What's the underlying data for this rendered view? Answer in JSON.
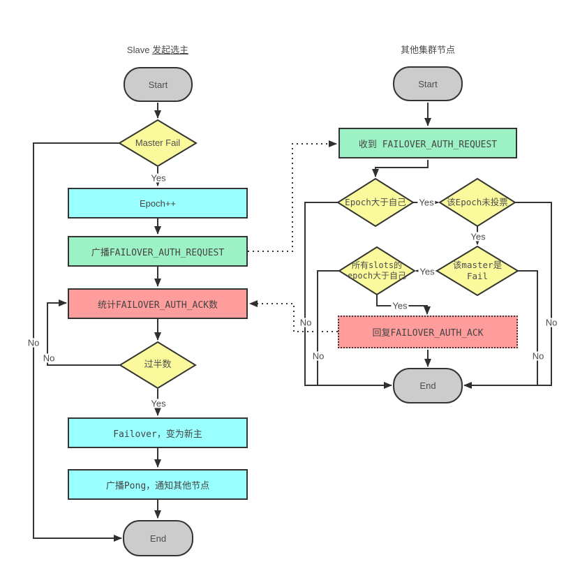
{
  "diagram": {
    "left": {
      "title_prefix": "Slave ",
      "title_main": "发起选主",
      "start": "Start",
      "master_fail": "Master Fail",
      "epoch": "Epoch++",
      "broadcast": "广播FAILOVER_AUTH_REQUEST",
      "count_ack": "统计FAILOVER_AUTH_ACK数",
      "majority": "过半数",
      "failover": "Failover，变为新主",
      "pong": "广播Pong，通知其他节点",
      "end": "End"
    },
    "right": {
      "title": "其他集群节点",
      "start": "Start",
      "receive": "收到 FAILOVER_AUTH_REQUEST",
      "epoch_gt": "Epoch大于自己",
      "not_voted": "该Epoch未投票",
      "slots_line1": "所有slots的",
      "slots_line2": "epoch大于自己",
      "master_check_line1": "该master是",
      "master_check_line2": "Fail",
      "reply_ack": "回复FAILOVER_AUTH_ACK",
      "end": "End"
    },
    "labels": {
      "yes": "Yes",
      "no": "No"
    },
    "colors": {
      "terminal_fill": "#cccccc",
      "decision_fill": "#fafa9d",
      "process_cyan": "#99ffff",
      "process_green": "#9df2c5",
      "process_red": "#ff9c9c",
      "line": "#333333"
    }
  }
}
